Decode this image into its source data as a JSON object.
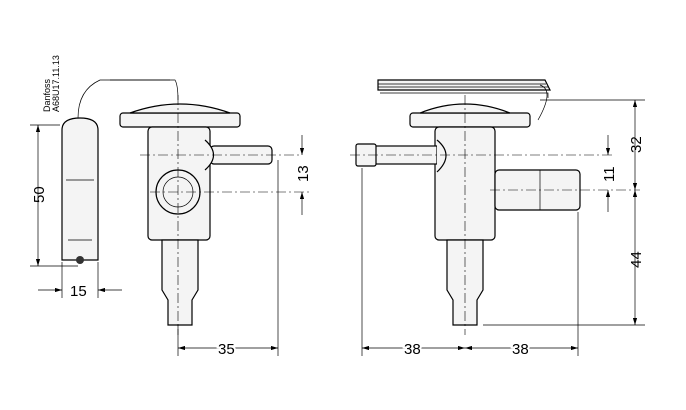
{
  "label": {
    "brand": "Danfoss",
    "code": "A68U17.11.13"
  },
  "dimensions": {
    "bulb_height": "50",
    "bulb_width": "15",
    "left_offset": "13",
    "left_width": "35",
    "right_top": "32",
    "right_offset": "11",
    "right_bottom": "44",
    "right_left_width": "38",
    "right_right_width": "38"
  }
}
